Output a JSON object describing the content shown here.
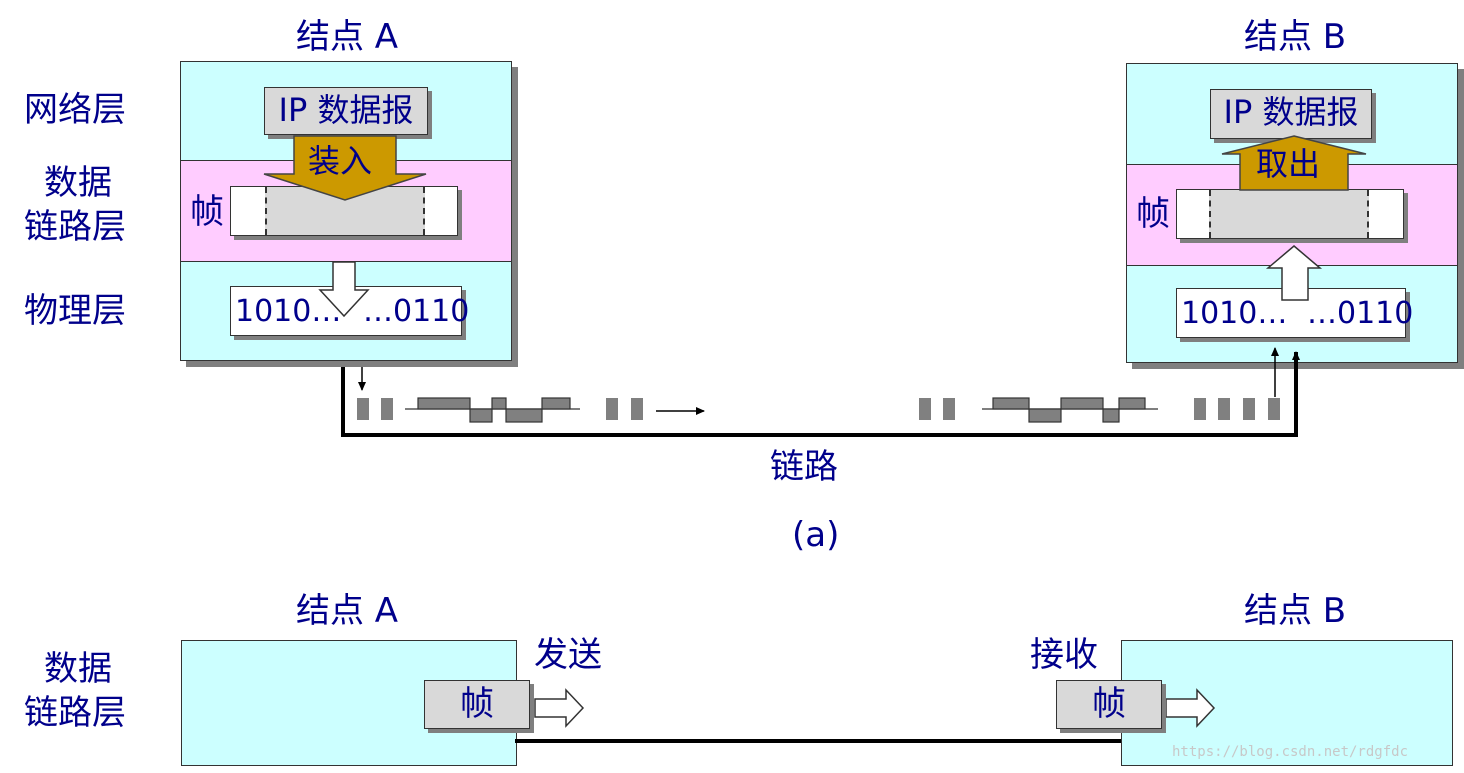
{
  "node_a": "结点 A",
  "node_b": "结点 B",
  "layers": {
    "network": "网络层",
    "datalink_line1": "数据",
    "datalink_line2": "链路层",
    "physical": "物理层"
  },
  "ip_datagram": "IP 数据报",
  "encapsulate": "装入",
  "extract": "取出",
  "frame": "帧",
  "bits_start": "1010…",
  "bits_end": "…0110",
  "link": "链路",
  "caption": "(a)",
  "send": "发送",
  "receive": "接收",
  "watermark": "https://blog.csdn.net/rdgfdc",
  "colors": {
    "label": "#00008B",
    "node_fill": "#CCFFFF",
    "datalink_band": "#FFCCFF",
    "arrow_fill": "#CC9900",
    "frame_fill": "#D9D9D9",
    "signal": "#808080"
  }
}
